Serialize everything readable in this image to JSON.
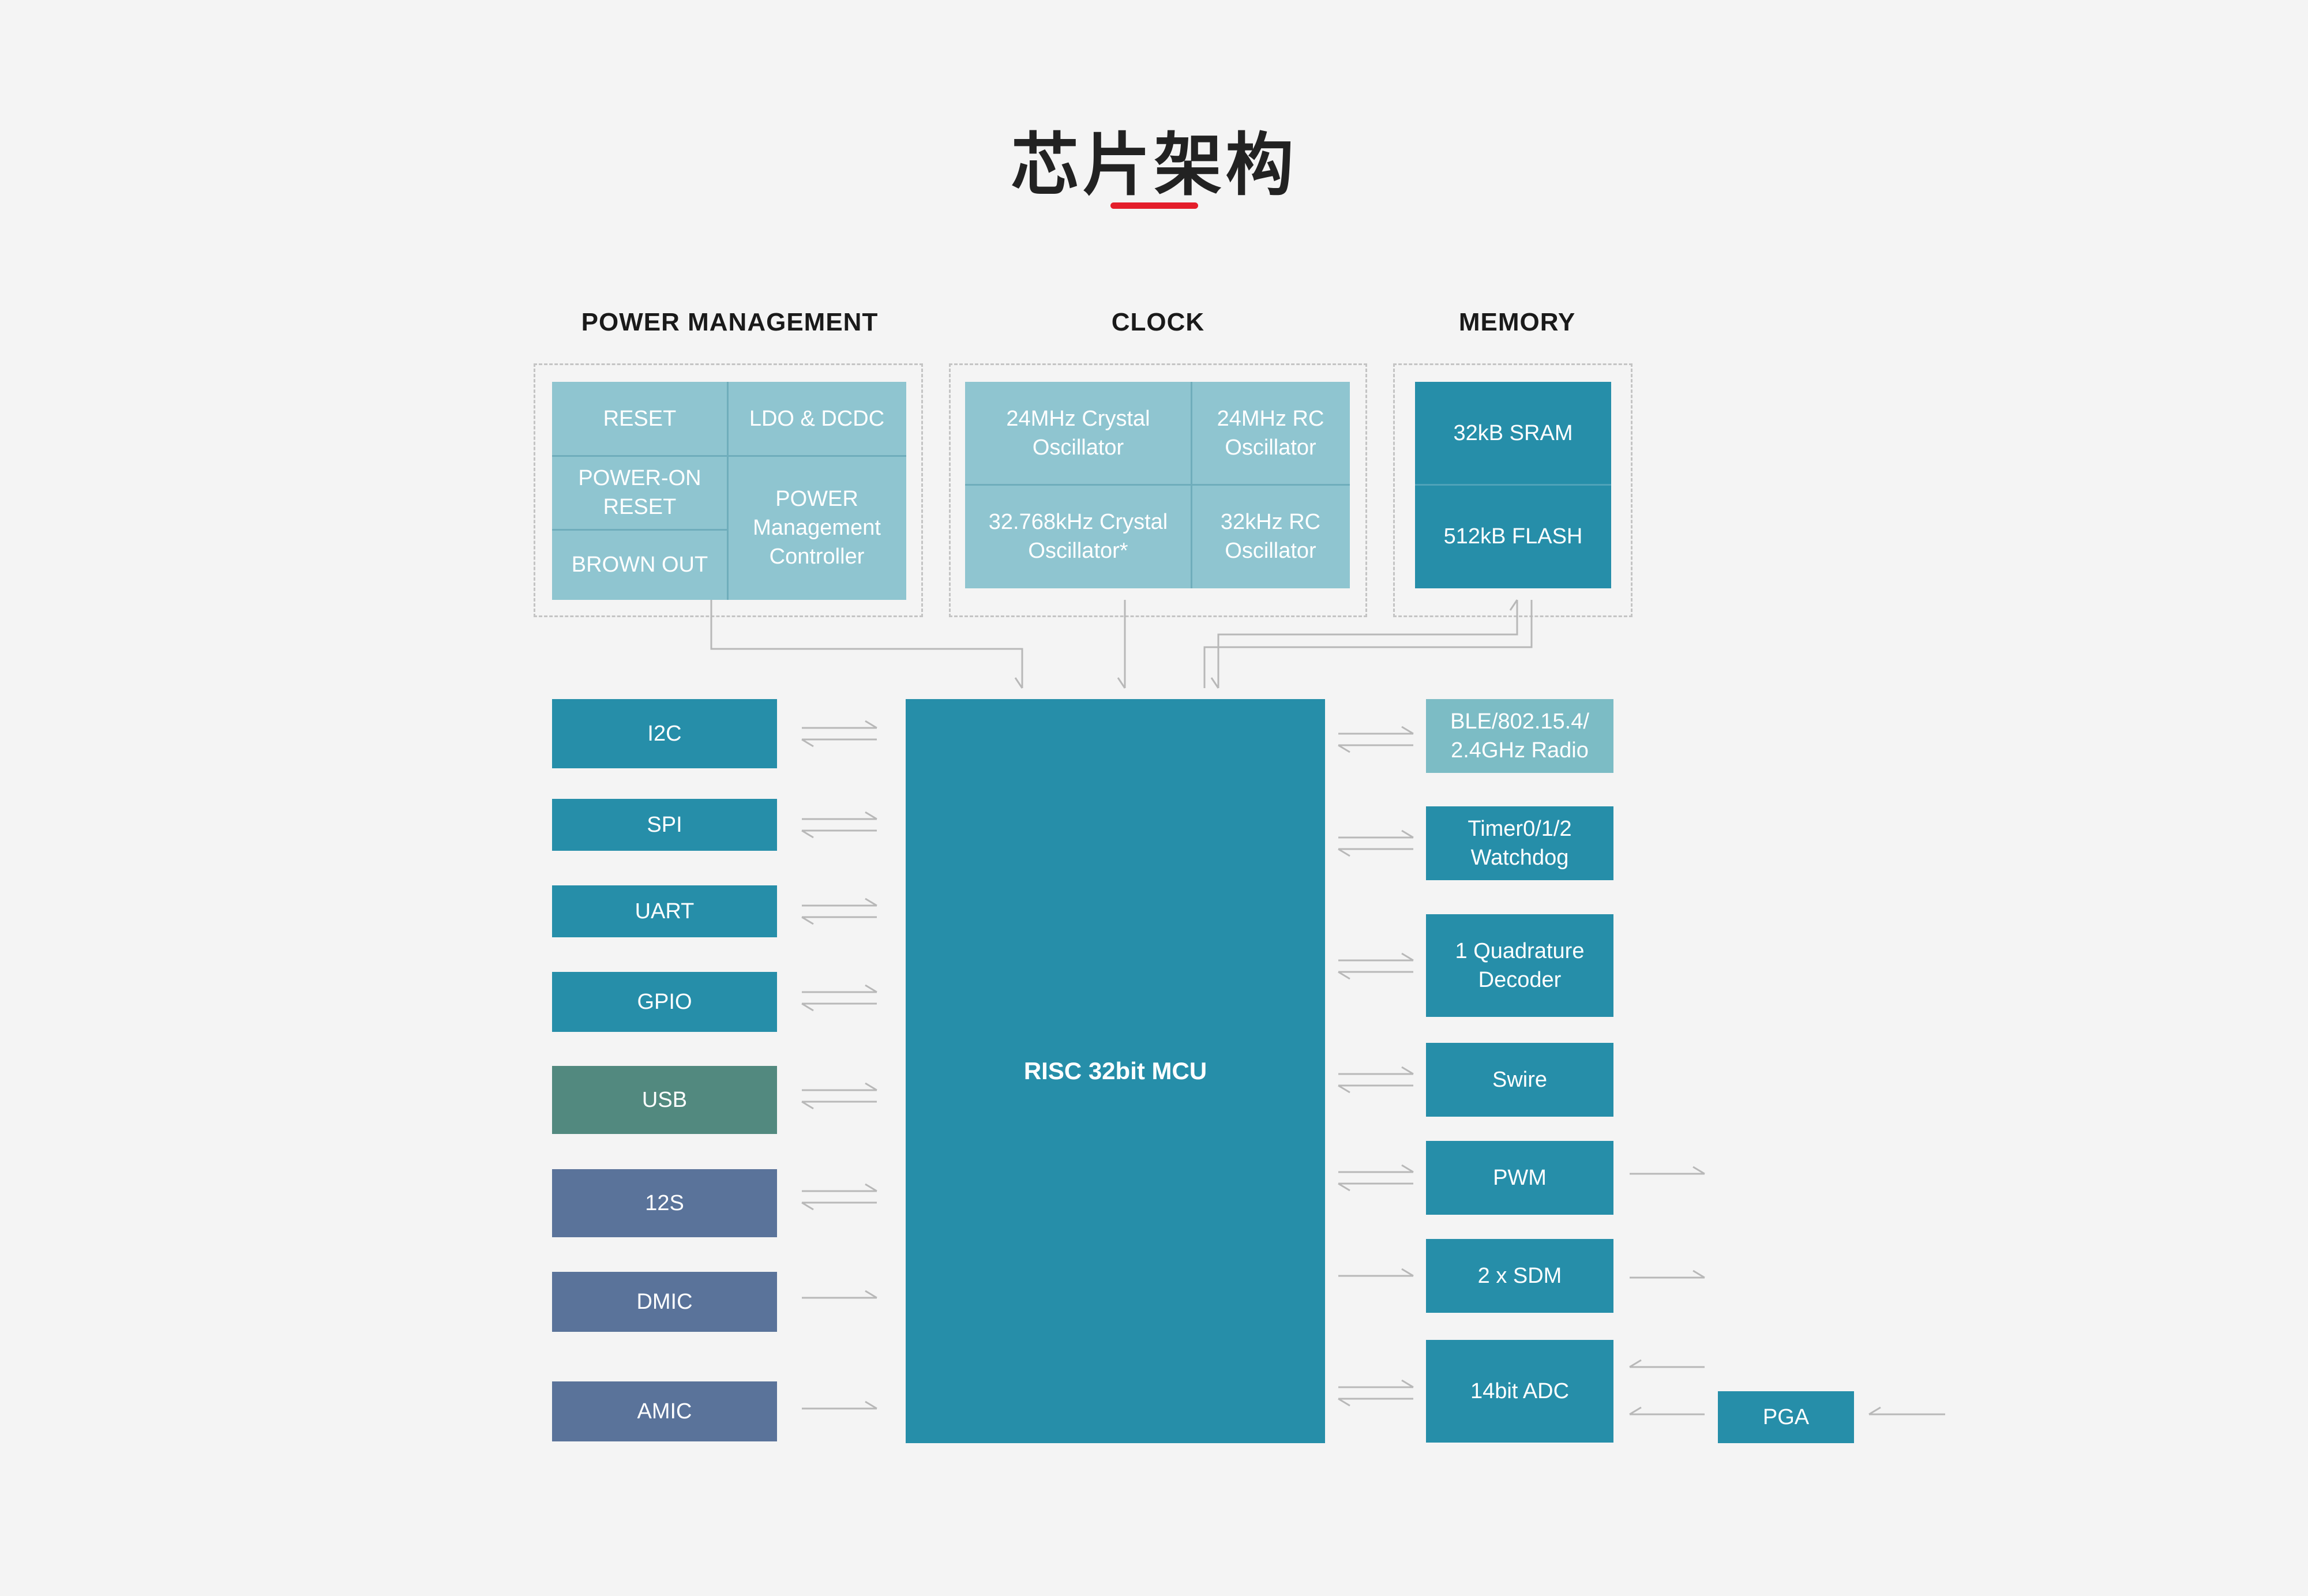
{
  "title": "芯片架构",
  "groups": {
    "power": {
      "label": "POWER MANAGEMENT",
      "cells": {
        "reset": "RESET",
        "ldo": "LDO & DCDC",
        "por": "POWER-ON RESET",
        "pmc": "POWER Management Controller",
        "bod": "BROWN OUT"
      }
    },
    "clock": {
      "label": "CLOCK",
      "cells": {
        "xtal24": "24MHz Crystal Oscillator",
        "rc24": "24MHz RC Oscillator",
        "xtal32": "32.768kHz Crystal Oscillator*",
        "rc32": "32kHz RC Oscillator"
      }
    },
    "memory": {
      "label": "MEMORY",
      "cells": {
        "sram": "32kB SRAM",
        "flash": "512kB FLASH"
      }
    }
  },
  "mcu": "RISC 32bit MCU",
  "left_blocks": [
    "I2C",
    "SPI",
    "UART",
    "GPIO",
    "USB",
    "12S",
    "DMIC",
    "AMIC"
  ],
  "right_blocks": [
    "BLE/802.15.4/ 2.4GHz Radio",
    "Timer0/1/2 Watchdog",
    "1 Quadrature Decoder",
    "Swire",
    "PWM",
    "2 x SDM",
    "14bit ADC"
  ],
  "pga": "PGA",
  "colors": {
    "title_underline": "#e41e2b",
    "mcu": "#268ea9",
    "peripheral_teal": "#268ea9",
    "light_cell": "#8fc5d0",
    "radio": "#7cbcc5",
    "usb": "#52897f",
    "audio": "#5a739a",
    "connector": "#b8b8b8"
  }
}
